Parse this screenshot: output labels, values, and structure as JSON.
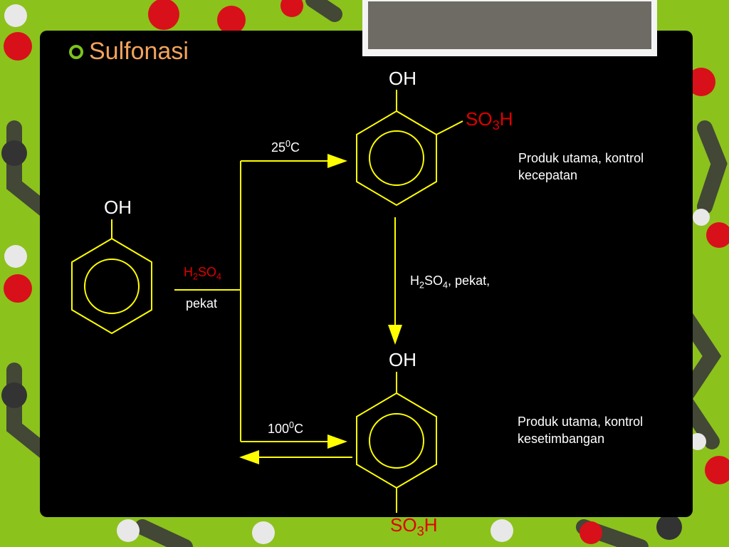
{
  "slide": {
    "title": "Sulfonasi"
  },
  "reactant": {
    "group": "OH"
  },
  "reagent": {
    "formula": "H2SO4",
    "condition": "pekat"
  },
  "upper_path": {
    "temperature": "25⁰C",
    "product_top_group": "OH",
    "product_side_group": "SO3H",
    "note": "Produk utama, kontrol kecepatan"
  },
  "conversion": {
    "reagent": "H2SO4, pekat,"
  },
  "lower_path": {
    "temperature": "100⁰C",
    "product_top_group": "OH",
    "product_bottom_group": "SO3H",
    "note": "Produk utama, kontrol kesetimbangan"
  },
  "colors": {
    "background": "#8cc21c",
    "slide": "#000000",
    "structure_lines": "#ffff00",
    "text": "#ffffff",
    "red_text": "#e00000",
    "title": "#f5a35c",
    "bullet": "#7cc31b"
  }
}
